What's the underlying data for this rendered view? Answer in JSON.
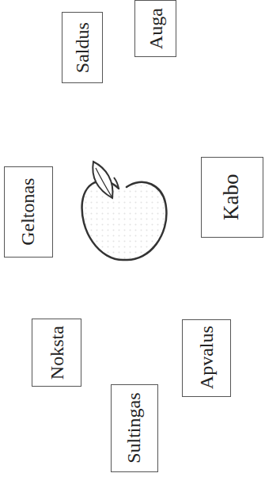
{
  "diagram": {
    "nodes": [
      {
        "text": [
          "Saldus"
        ]
      },
      {
        "text": [
          "Auga"
        ]
      },
      {
        "text": [
          "Geltonas"
        ]
      },
      {
        "text": [
          "Kabo"
        ]
      },
      {
        "text": [
          "Noksta"
        ]
      },
      {
        "text": [
          "Apvalus"
        ]
      },
      {
        "text": [
          "Sultingas"
        ]
      }
    ]
  }
}
